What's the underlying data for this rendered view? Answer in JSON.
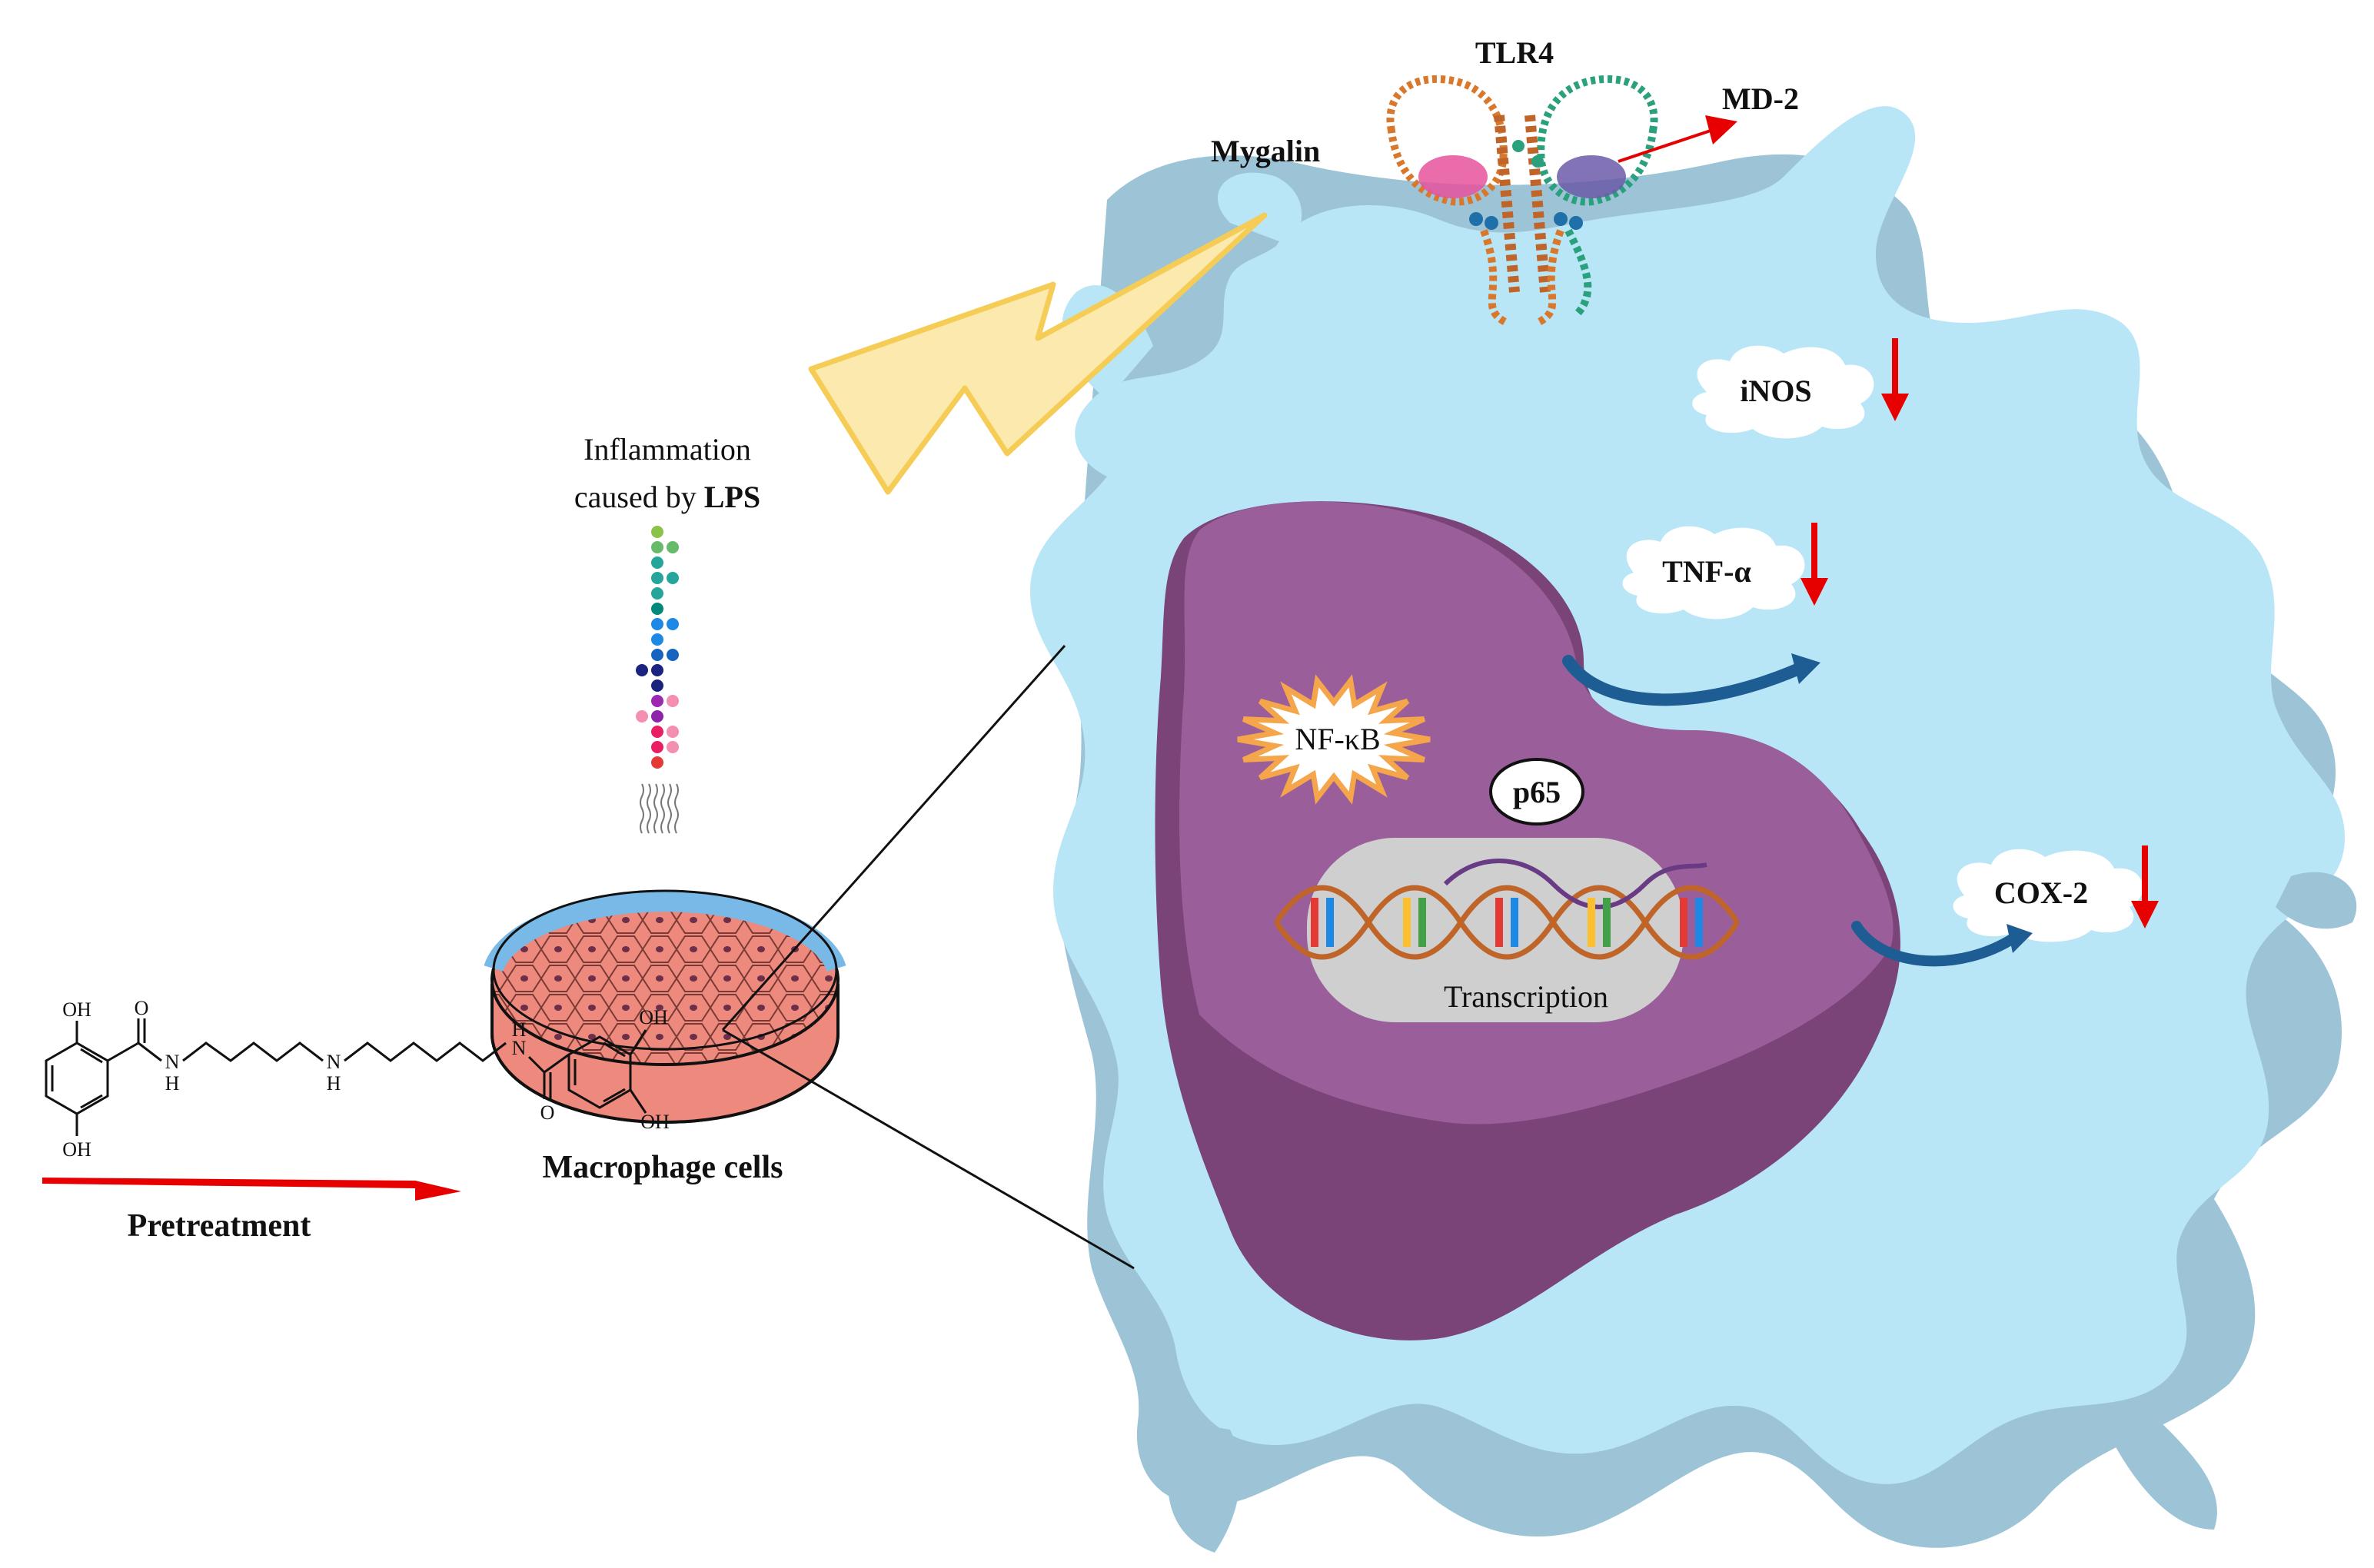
{
  "labels": {
    "tlr4": "TLR4",
    "md2": "MD-2",
    "mygalin": "Mygalin",
    "inflammation_line1": "Inflammation",
    "inflammation_line2_prefix": "caused by ",
    "inflammation_line2_bold": "LPS",
    "inos": "iNOS",
    "tnf": "TNF-α",
    "nfkb": "NF-κB",
    "p65": "p65",
    "cox2": "COX-2",
    "transcription": "Transcription",
    "macrophage_cells": "Macrophage cells",
    "pretreatment": "Pretreatment",
    "oh_top_right": "OH",
    "oh_bottom_right": "OH",
    "oh_top_left": "OH",
    "oh_bottom_left": "OH",
    "amide_o_left": "O",
    "amide_o_right": "O",
    "nh_left": "N",
    "h_left": "H",
    "nh_mid": "N",
    "h_mid": "H",
    "nh_right": "N",
    "h_right": "H"
  },
  "colors": {
    "cytoplasm": "#b9e6f7",
    "cell_shadow": "#9cc4d6",
    "nucleus": "#9a5e9a",
    "nucleus_dark": "#7a4478",
    "chromatin": "#cfcfcf",
    "down_arrow": "#e60000",
    "curved_arrow": "#1d5d93",
    "lightning_fill": "#fbe9ad",
    "lightning_stroke": "#f5cd56",
    "starburst": "#f5a54a",
    "dish_medium": "#78b9e8",
    "cell_culture": "#ee8a7d"
  },
  "icons": {
    "lightning": "lightning-bolt-icon",
    "lps": "lipopolysaccharide-chain-icon",
    "receptor": "tlr4-md2-protein-structure-icon",
    "dna": "dna-double-helix-icon",
    "dish": "petri-dish-icon"
  }
}
